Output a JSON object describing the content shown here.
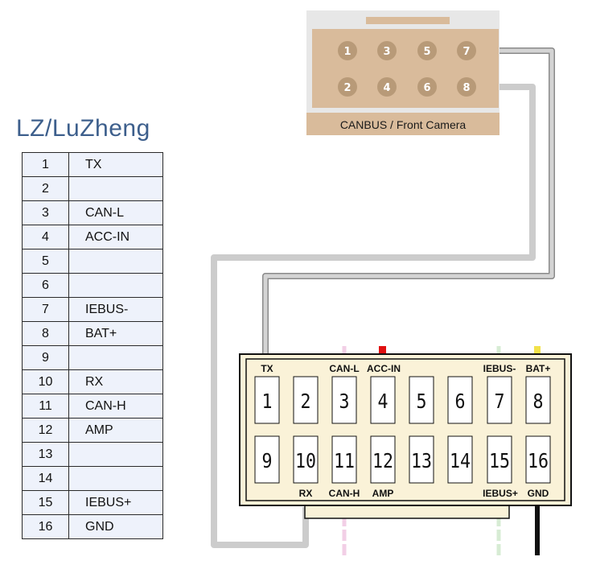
{
  "brand": "LZ/LuZheng",
  "table": {
    "rows": [
      {
        "pin": "1",
        "signal": "TX"
      },
      {
        "pin": "2",
        "signal": ""
      },
      {
        "pin": "3",
        "signal": "CAN-L"
      },
      {
        "pin": "4",
        "signal": "ACC-IN"
      },
      {
        "pin": "5",
        "signal": ""
      },
      {
        "pin": "6",
        "signal": ""
      },
      {
        "pin": "7",
        "signal": "IEBUS-"
      },
      {
        "pin": "8",
        "signal": "BAT+"
      },
      {
        "pin": "9",
        "signal": ""
      },
      {
        "pin": "10",
        "signal": "RX"
      },
      {
        "pin": "11",
        "signal": "CAN-H"
      },
      {
        "pin": "12",
        "signal": "AMP"
      },
      {
        "pin": "13",
        "signal": ""
      },
      {
        "pin": "14",
        "signal": ""
      },
      {
        "pin": "15",
        "signal": "IEBUS+"
      },
      {
        "pin": "16",
        "signal": "GND"
      }
    ]
  },
  "small_connector": {
    "label": "CANBUS / Front Camera",
    "top_pins": [
      "1",
      "3",
      "5",
      "7"
    ],
    "bottom_pins": [
      "2",
      "4",
      "6",
      "8"
    ]
  },
  "main_connector": {
    "top_row": [
      "1",
      "2",
      "3",
      "4",
      "5",
      "6",
      "7",
      "8"
    ],
    "bottom_row": [
      "9",
      "10",
      "11",
      "12",
      "13",
      "14",
      "15",
      "16"
    ],
    "labels": {
      "tx": "TX",
      "can_l": "CAN-L",
      "acc_in": "ACC-IN",
      "iebus_minus": "IEBUS-",
      "bat_plus": "BAT+",
      "rx": "RX",
      "can_h": "CAN-H",
      "amp": "AMP",
      "iebus_plus": "IEBUS+",
      "gnd": "GND"
    }
  },
  "colors": {
    "small_connector_body": "#d9bb9b",
    "small_connector_pin": "#b89a78",
    "main_connector_body": "#faf2d8",
    "wire_gray": "#cccccc",
    "acc_marker": "#e01010",
    "bat_marker": "#f2e24a",
    "can_wire": "#f2cfe6",
    "iebus_wire": "#d7ecd4",
    "gnd_wire": "#111111"
  }
}
